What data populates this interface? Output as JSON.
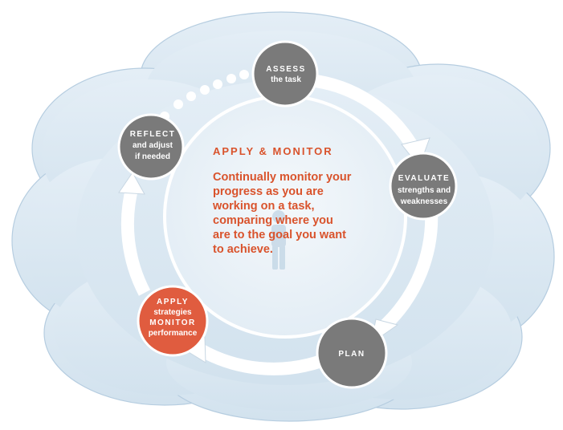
{
  "center": {
    "title": "APPLY & MONITOR",
    "body_lines": [
      "Continually monitor your",
      "progress as you are",
      "working on a task,",
      "comparing where you",
      "are to the goal you want",
      "to achieve."
    ]
  },
  "steps": [
    {
      "id": "assess",
      "line1": "ASSESS",
      "line2": "the task",
      "color": "#7a7a7a"
    },
    {
      "id": "evaluate",
      "line1": "EVALUATE",
      "line2": "strengths and",
      "line3": "weaknesses",
      "color": "#7a7a7a"
    },
    {
      "id": "plan",
      "line1": "PLAN",
      "color": "#7a7a7a"
    },
    {
      "id": "apply",
      "line1": "APPLY",
      "line2": "strategies",
      "line3": "MONITOR",
      "line4": "performance",
      "color": "#e05c3f"
    },
    {
      "id": "reflect",
      "line1": "REFLECT",
      "line2": "and adjust",
      "line3": "if needed",
      "color": "#7a7a7a"
    }
  ],
  "colors": {
    "cloud": "#dce8f2",
    "cloud_edge": "#b9cfe0",
    "inner_disc": "#eef4f9",
    "accent": "#d9532c",
    "node_gray": "#7a7a7a",
    "arrow": "#ffffff"
  }
}
